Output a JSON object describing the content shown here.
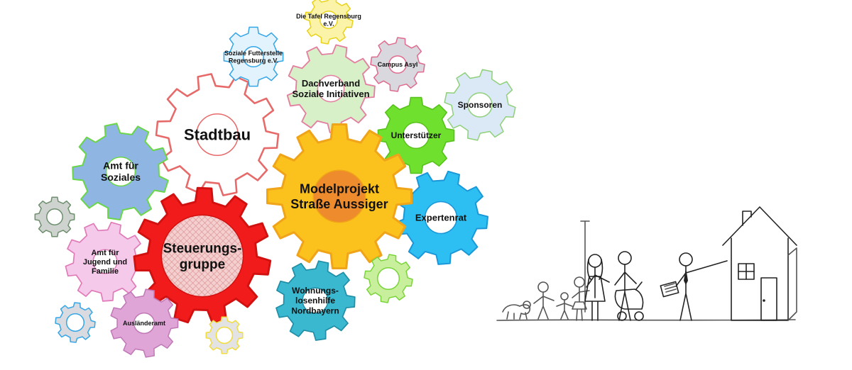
{
  "gears": [
    {
      "id": "die-tafel",
      "lines": [
        "Die Tafel  Regensburg",
        "e.V."
      ],
      "fill": "#fbf3a8",
      "stroke": "#e8d21a",
      "hub": "#ffffff"
    },
    {
      "id": "soziale-futterstelle",
      "lines": [
        "Soziale Futterstelle",
        "Regensburg e.V."
      ],
      "fill": "#e3f3fd",
      "stroke": "#33a6e8",
      "hub": "#ffffff"
    },
    {
      "id": "campus-asyl",
      "lines": [
        "Campus Asyl"
      ],
      "fill": "#d8d8de",
      "stroke": "#e06a8e",
      "hub": "#ffffff"
    },
    {
      "id": "dachverband",
      "lines": [
        "Dachverband",
        "Soziale Initiativen"
      ],
      "fill": "#d7f0c8",
      "stroke": "#e37fa0",
      "hub": "#ffffff"
    },
    {
      "id": "sponsoren",
      "lines": [
        "Sponsoren"
      ],
      "fill": "#dbe9f7",
      "stroke": "#8fd07a",
      "hub": "#ffffff"
    },
    {
      "id": "stadtbau",
      "lines": [
        "Stadtbau"
      ],
      "fill": "#ffffff",
      "stroke": "#e76a6a",
      "hub": "#ffffff"
    },
    {
      "id": "unterstuetzer",
      "lines": [
        "Unterstützer"
      ],
      "fill": "#6ee02d",
      "stroke": "#58c21c",
      "hub": "#ffffff"
    },
    {
      "id": "amt-soziales",
      "lines": [
        "Amt für",
        "Soziales"
      ],
      "fill": "#8fb6e3",
      "stroke": "#6bd64a",
      "hub": "#ffffff"
    },
    {
      "id": "modelprojekt",
      "lines": [
        "Modelprojekt",
        "Straße Aussiger"
      ],
      "fill": "#fbc21e",
      "stroke": "#f0a419",
      "hub": "#ee8b2c"
    },
    {
      "id": "expertenrat",
      "lines": [
        "Expertenrat"
      ],
      "fill": "#2dbff1",
      "stroke": "#1a97d8",
      "hub": "#ffffff"
    },
    {
      "id": "small-gray-left",
      "lines": [],
      "fill": "#cfd3cf",
      "stroke": "#6e8f6e",
      "hub": "#ffffff"
    },
    {
      "id": "steuerungsgruppe",
      "lines": [
        "Steuerungs-",
        "gruppe"
      ],
      "fill": "#f21b1b",
      "stroke": "#d11010",
      "hub": "#f3c6c6"
    },
    {
      "id": "amt-jugend",
      "lines": [
        "Amt für",
        "Jugend und",
        "Familie"
      ],
      "fill": "#f5c9e9",
      "stroke": "#e07ab8",
      "hub": "#ffffff"
    },
    {
      "id": "small-green",
      "lines": [],
      "fill": "#c8ef9b",
      "stroke": "#7ad43a",
      "hub": "#ffffff"
    },
    {
      "id": "wohnungslosenhilfe",
      "lines": [
        "Wohnungs-",
        "losenhilfe",
        "Nordbayern"
      ],
      "fill": "#3ab8cf",
      "stroke": "#1f8ea6",
      "hub": "#ffffff"
    },
    {
      "id": "small-blue",
      "lines": [],
      "fill": "#d9dbe0",
      "stroke": "#35a6e6",
      "hub": "#ffffff"
    },
    {
      "id": "auslaenderamt",
      "lines": [
        "Ausländeramt"
      ],
      "fill": "#dfa5d6",
      "stroke": "#c078b6",
      "hub": "#ffffff"
    },
    {
      "id": "small-yellow",
      "lines": [],
      "fill": "#e3e3e3",
      "stroke": "#f1dc3d",
      "hub": "#ffffff"
    }
  ],
  "illustration": {
    "icon": "family-walking-to-house-icon"
  }
}
